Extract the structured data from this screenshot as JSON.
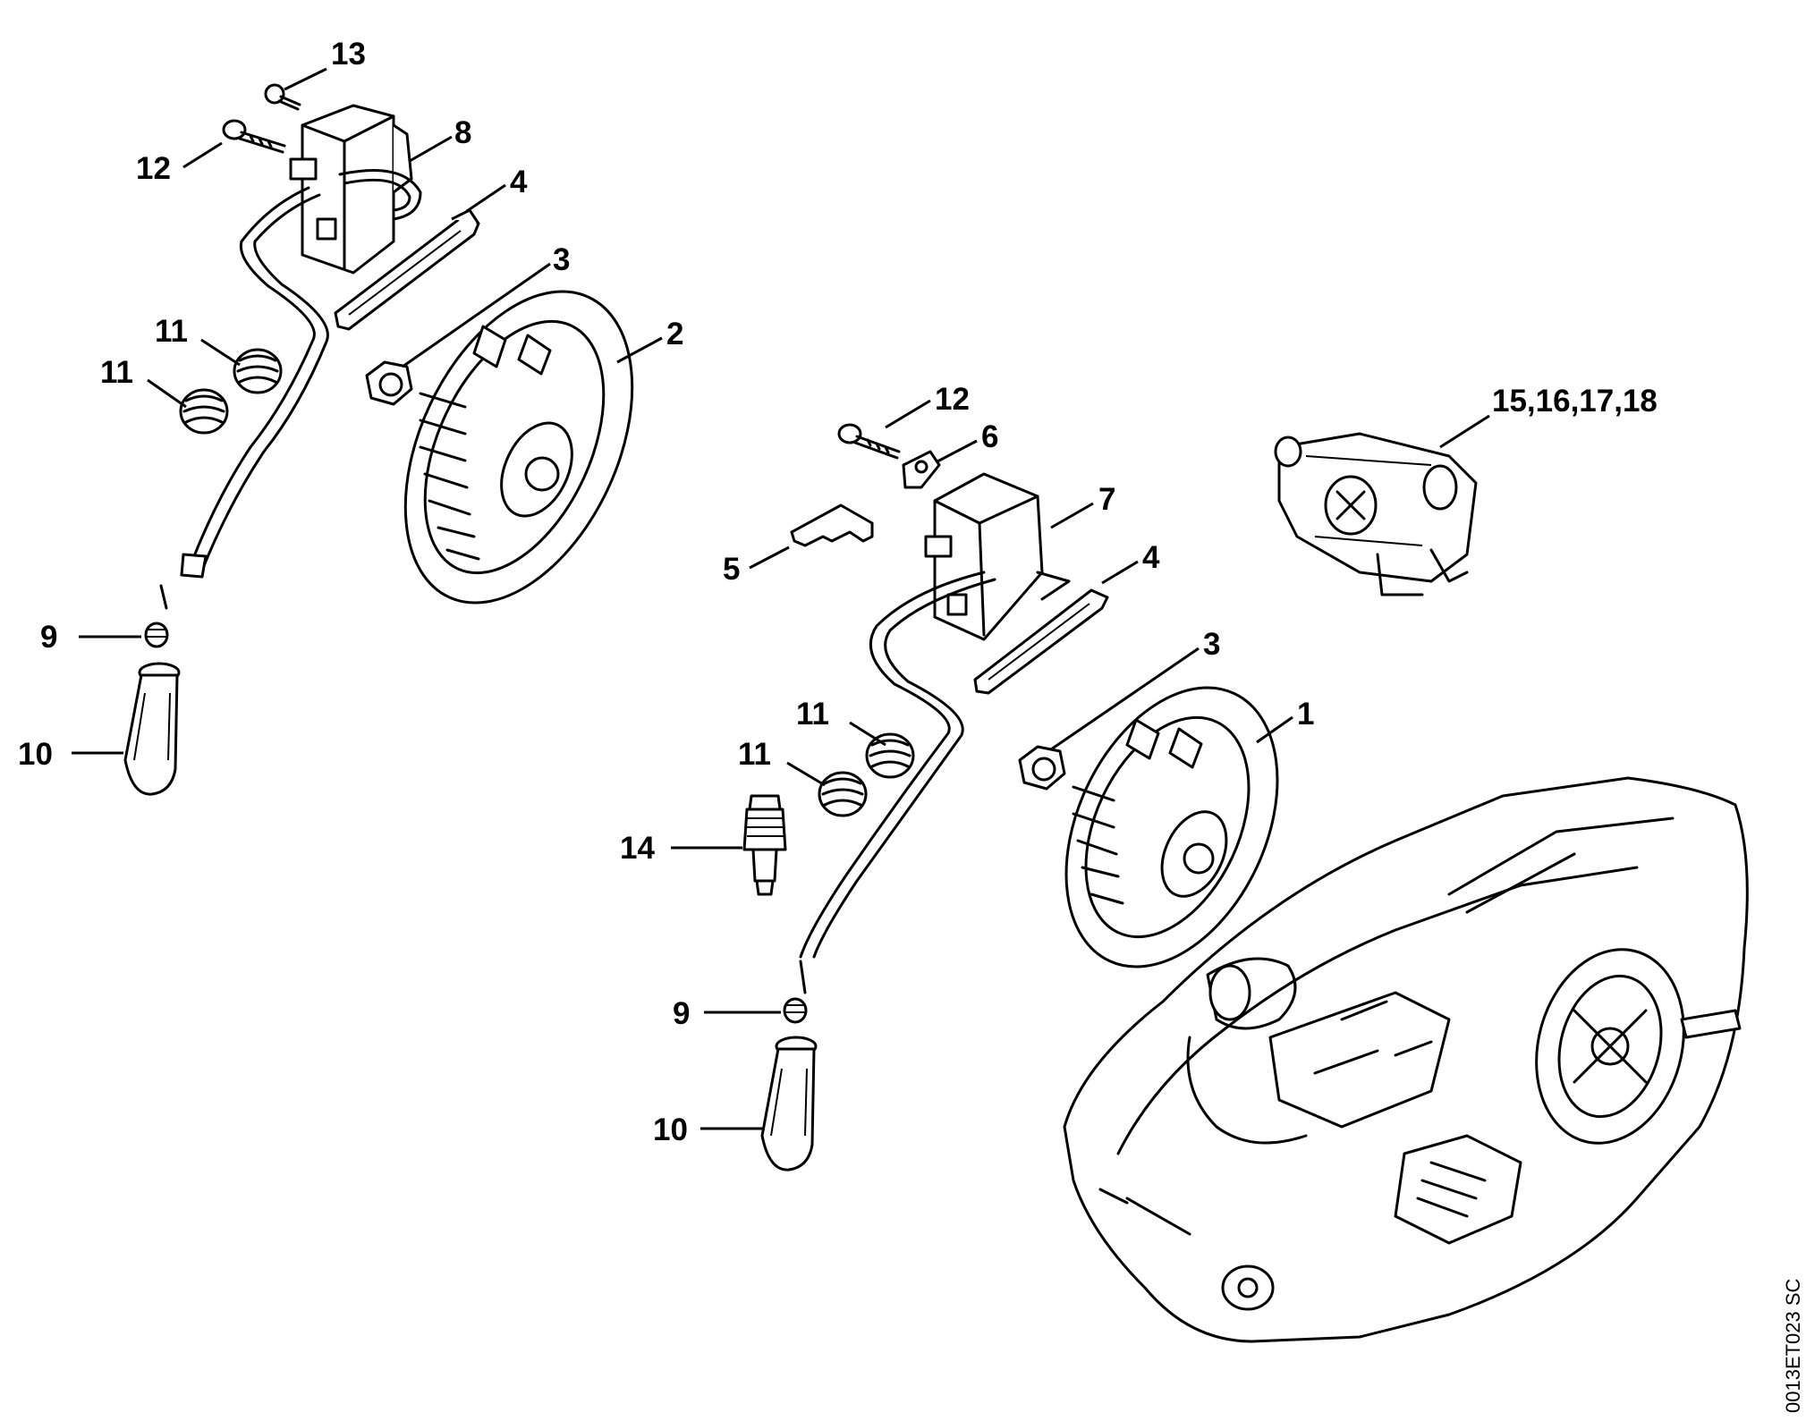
{
  "drawing_ref": "0013ET023 SC",
  "callouts": {
    "c13": "13",
    "c12a": "12",
    "c8": "8",
    "c4a": "4",
    "c3a": "3",
    "c2": "2",
    "c11a": "11",
    "c11b": "11",
    "c9a": "9",
    "c10a": "10",
    "c12b": "12",
    "c6": "6",
    "c7": "7",
    "c5": "5",
    "c4b": "4",
    "c3b": "3",
    "c1": "1",
    "c11c": "11",
    "c11d": "11",
    "c14": "14",
    "c9b": "9",
    "c10b": "10",
    "c15": "15,16,17,18"
  }
}
